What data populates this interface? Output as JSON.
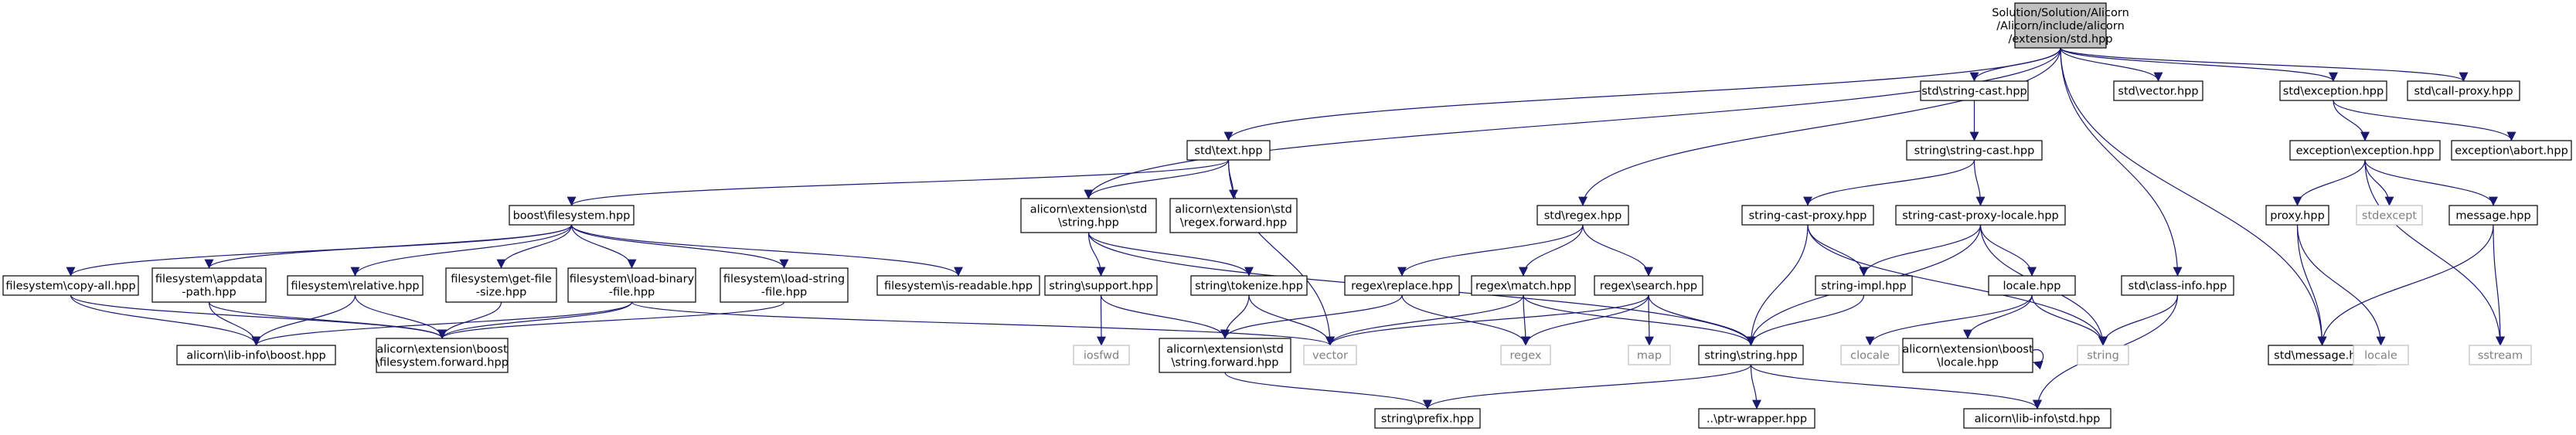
{
  "colors": {
    "edge": "#191970",
    "node_border": "#000000",
    "root_fill": "#bfbfbf",
    "system_border": "#bfbfbf",
    "system_text": "#808080",
    "text": "#000000"
  },
  "nodes": [
    {
      "id": "root",
      "kind": "root",
      "lines": [
        "Solution/Solution/Alicorn",
        "/Alicorn/include/alicorn",
        "/extension/std.hpp"
      ]
    },
    {
      "id": "std-string-cast",
      "kind": "file",
      "lines": [
        "std\\string-cast.hpp"
      ]
    },
    {
      "id": "std-vector",
      "kind": "file",
      "lines": [
        "std\\vector.hpp"
      ]
    },
    {
      "id": "std-exception",
      "kind": "file",
      "lines": [
        "std\\exception.hpp"
      ]
    },
    {
      "id": "std-call-proxy",
      "kind": "file",
      "lines": [
        "std\\call-proxy.hpp"
      ]
    },
    {
      "id": "std-text",
      "kind": "file",
      "lines": [
        "std\\text.hpp"
      ]
    },
    {
      "id": "string-string-cast",
      "kind": "file",
      "lines": [
        "string\\string-cast.hpp"
      ]
    },
    {
      "id": "exception-exception",
      "kind": "file",
      "lines": [
        "exception\\exception.hpp"
      ]
    },
    {
      "id": "exception-abort",
      "kind": "file",
      "lines": [
        "exception\\abort.hpp"
      ]
    },
    {
      "id": "boost-filesystem",
      "kind": "file",
      "lines": [
        "boost\\filesystem.hpp"
      ]
    },
    {
      "id": "ext-std-string",
      "kind": "file",
      "lines": [
        "alicorn\\extension\\std",
        "\\string.hpp"
      ]
    },
    {
      "id": "regex-forward",
      "kind": "file",
      "lines": [
        "alicorn\\extension\\std",
        "\\regex.forward.hpp"
      ]
    },
    {
      "id": "std-regex",
      "kind": "file",
      "lines": [
        "std\\regex.hpp"
      ]
    },
    {
      "id": "string-cast-proxy",
      "kind": "file",
      "lines": [
        "string-cast-proxy.hpp"
      ]
    },
    {
      "id": "string-cast-proxy-locale",
      "kind": "file",
      "lines": [
        "string-cast-proxy-locale.hpp"
      ]
    },
    {
      "id": "proxy",
      "kind": "file",
      "lines": [
        "proxy.hpp"
      ]
    },
    {
      "id": "stdexcept",
      "kind": "system",
      "lines": [
        "stdexcept"
      ]
    },
    {
      "id": "message",
      "kind": "file",
      "lines": [
        "message.hpp"
      ]
    },
    {
      "id": "fs-copy-all",
      "kind": "file",
      "lines": [
        "filesystem\\copy-all.hpp"
      ]
    },
    {
      "id": "fs-appdata-path",
      "kind": "file",
      "lines": [
        "filesystem\\appdata",
        "-path.hpp"
      ]
    },
    {
      "id": "fs-relative",
      "kind": "file",
      "lines": [
        "filesystem\\relative.hpp"
      ]
    },
    {
      "id": "fs-get-file-size",
      "kind": "file",
      "lines": [
        "filesystem\\get-file",
        "-size.hpp"
      ]
    },
    {
      "id": "fs-load-binary",
      "kind": "file",
      "lines": [
        "filesystem\\load-binary",
        "-file.hpp"
      ]
    },
    {
      "id": "fs-load-string",
      "kind": "file",
      "lines": [
        "filesystem\\load-string",
        "-file.hpp"
      ]
    },
    {
      "id": "fs-is-readable",
      "kind": "file",
      "lines": [
        "filesystem\\is-readable.hpp"
      ]
    },
    {
      "id": "string-support",
      "kind": "file",
      "lines": [
        "string\\support.hpp"
      ]
    },
    {
      "id": "string-tokenize",
      "kind": "file",
      "lines": [
        "string\\tokenize.hpp"
      ]
    },
    {
      "id": "regex-replace",
      "kind": "file",
      "lines": [
        "regex\\replace.hpp"
      ]
    },
    {
      "id": "regex-match",
      "kind": "file",
      "lines": [
        "regex\\match.hpp"
      ]
    },
    {
      "id": "regex-search",
      "kind": "file",
      "lines": [
        "regex\\search.hpp"
      ]
    },
    {
      "id": "string-impl",
      "kind": "file",
      "lines": [
        "string-impl.hpp"
      ]
    },
    {
      "id": "locale-hpp",
      "kind": "file",
      "lines": [
        "locale.hpp"
      ]
    },
    {
      "id": "std-class-info",
      "kind": "file",
      "lines": [
        "std\\class-info.hpp"
      ]
    },
    {
      "id": "std-message",
      "kind": "file",
      "lines": [
        "std\\message.hpp"
      ]
    },
    {
      "id": "locale-sys",
      "kind": "system",
      "lines": [
        "locale"
      ]
    },
    {
      "id": "sstream",
      "kind": "system",
      "lines": [
        "sstream"
      ]
    },
    {
      "id": "lib-info-boost",
      "kind": "file",
      "lines": [
        "alicorn\\lib-info\\boost.hpp"
      ]
    },
    {
      "id": "fs-forward",
      "kind": "file",
      "lines": [
        "alicorn\\extension\\boost",
        "\\filesystem.forward.hpp"
      ]
    },
    {
      "id": "iosfwd",
      "kind": "system",
      "lines": [
        "iosfwd"
      ]
    },
    {
      "id": "string-forward",
      "kind": "file",
      "lines": [
        "alicorn\\extension\\std",
        "\\string.forward.hpp"
      ]
    },
    {
      "id": "vector-sys",
      "kind": "system",
      "lines": [
        "vector"
      ]
    },
    {
      "id": "regex-sys",
      "kind": "system",
      "lines": [
        "regex"
      ]
    },
    {
      "id": "map-sys",
      "kind": "system",
      "lines": [
        "map"
      ]
    },
    {
      "id": "string-string",
      "kind": "file",
      "lines": [
        "string\\string.hpp"
      ]
    },
    {
      "id": "clocale",
      "kind": "system",
      "lines": [
        "clocale"
      ]
    },
    {
      "id": "ext-boost-locale",
      "kind": "file",
      "lines": [
        "alicorn\\extension\\boost",
        "\\locale.hpp"
      ]
    },
    {
      "id": "string-sys",
      "kind": "system",
      "lines": [
        "string"
      ]
    },
    {
      "id": "string-prefix",
      "kind": "file",
      "lines": [
        "string\\prefix.hpp"
      ]
    },
    {
      "id": "ptr-wrapper",
      "kind": "file",
      "lines": [
        "..\\ptr-wrapper.hpp"
      ]
    },
    {
      "id": "lib-info-std",
      "kind": "file",
      "lines": [
        "alicorn\\lib-info\\std.hpp"
      ]
    }
  ],
  "edges": [
    [
      "root",
      "std-string-cast"
    ],
    [
      "root",
      "std-vector"
    ],
    [
      "root",
      "std-exception"
    ],
    [
      "root",
      "std-call-proxy"
    ],
    [
      "root",
      "std-text"
    ],
    [
      "root",
      "ext-std-string"
    ],
    [
      "root",
      "std-regex"
    ],
    [
      "root",
      "std-class-info"
    ],
    [
      "root",
      "std-message"
    ],
    [
      "std-string-cast",
      "string-string-cast"
    ],
    [
      "std-exception",
      "exception-exception"
    ],
    [
      "std-exception",
      "exception-abort"
    ],
    [
      "std-text",
      "boost-filesystem"
    ],
    [
      "std-text",
      "ext-std-string"
    ],
    [
      "std-text",
      "regex-forward"
    ],
    [
      "std-text",
      "vector-sys"
    ],
    [
      "string-string-cast",
      "string-cast-proxy"
    ],
    [
      "string-string-cast",
      "string-cast-proxy-locale"
    ],
    [
      "exception-exception",
      "proxy"
    ],
    [
      "exception-exception",
      "stdexcept"
    ],
    [
      "exception-exception",
      "message"
    ],
    [
      "exception-exception",
      "sstream"
    ],
    [
      "boost-filesystem",
      "fs-copy-all"
    ],
    [
      "boost-filesystem",
      "fs-appdata-path"
    ],
    [
      "boost-filesystem",
      "fs-relative"
    ],
    [
      "boost-filesystem",
      "fs-get-file-size"
    ],
    [
      "boost-filesystem",
      "fs-load-binary"
    ],
    [
      "boost-filesystem",
      "fs-load-string"
    ],
    [
      "boost-filesystem",
      "fs-is-readable"
    ],
    [
      "ext-std-string",
      "string-support"
    ],
    [
      "ext-std-string",
      "string-tokenize"
    ],
    [
      "ext-std-string",
      "string-string"
    ],
    [
      "std-regex",
      "regex-replace"
    ],
    [
      "std-regex",
      "regex-match"
    ],
    [
      "std-regex",
      "regex-search"
    ],
    [
      "string-cast-proxy",
      "string-impl"
    ],
    [
      "string-cast-proxy",
      "string-string"
    ],
    [
      "string-cast-proxy",
      "string-sys"
    ],
    [
      "string-cast-proxy-locale",
      "string-impl"
    ],
    [
      "string-cast-proxy-locale",
      "locale-hpp"
    ],
    [
      "string-cast-proxy-locale",
      "string-string"
    ],
    [
      "string-cast-proxy-locale",
      "string-sys"
    ],
    [
      "proxy",
      "std-message"
    ],
    [
      "proxy",
      "locale-sys"
    ],
    [
      "message",
      "std-message"
    ],
    [
      "message",
      "sstream"
    ],
    [
      "fs-copy-all",
      "lib-info-boost"
    ],
    [
      "fs-copy-all",
      "fs-forward"
    ],
    [
      "fs-appdata-path",
      "lib-info-boost"
    ],
    [
      "fs-appdata-path",
      "fs-forward"
    ],
    [
      "fs-relative",
      "lib-info-boost"
    ],
    [
      "fs-relative",
      "fs-forward"
    ],
    [
      "fs-get-file-size",
      "fs-forward"
    ],
    [
      "fs-load-binary",
      "lib-info-boost"
    ],
    [
      "fs-load-binary",
      "fs-forward"
    ],
    [
      "fs-load-binary",
      "vector-sys"
    ],
    [
      "fs-load-string",
      "fs-forward"
    ],
    [
      "string-support",
      "iosfwd"
    ],
    [
      "string-support",
      "string-forward"
    ],
    [
      "string-tokenize",
      "string-forward"
    ],
    [
      "string-tokenize",
      "vector-sys"
    ],
    [
      "regex-replace",
      "string-forward"
    ],
    [
      "regex-replace",
      "regex-sys"
    ],
    [
      "regex-match",
      "vector-sys"
    ],
    [
      "regex-match",
      "regex-sys"
    ],
    [
      "regex-match",
      "string-string"
    ],
    [
      "regex-search",
      "vector-sys"
    ],
    [
      "regex-search",
      "map-sys"
    ],
    [
      "regex-search",
      "regex-sys"
    ],
    [
      "regex-search",
      "string-string"
    ],
    [
      "string-impl",
      "string-string"
    ],
    [
      "locale-hpp",
      "clocale"
    ],
    [
      "locale-hpp",
      "ext-boost-locale"
    ],
    [
      "locale-hpp",
      "string-sys"
    ],
    [
      "ext-boost-locale",
      "ext-boost-locale"
    ],
    [
      "std-class-info",
      "string-sys"
    ],
    [
      "std-class-info",
      "lib-info-std"
    ],
    [
      "string-forward",
      "string-prefix"
    ],
    [
      "string-string",
      "string-prefix"
    ],
    [
      "string-string",
      "ptr-wrapper"
    ],
    [
      "string-string",
      "lib-info-std"
    ]
  ]
}
